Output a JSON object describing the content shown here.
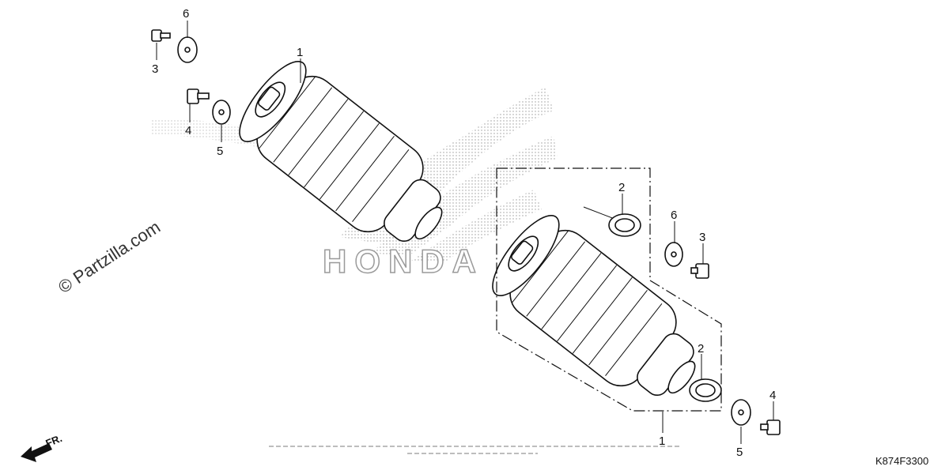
{
  "diagram": {
    "watermark": "© Partzilla.com",
    "brand_logo": "HONDA",
    "direction_label": "FR.",
    "diagram_code": "K874F3300",
    "callouts": {
      "top_left_washer": "6",
      "top_left_bolt": "3",
      "mid_left_bolt": "4",
      "mid_left_washer": "5",
      "left_shock": "1",
      "right_bushing_upper": "2",
      "right_washer_upper": "6",
      "right_bolt_upper": "3",
      "right_bushing_lower": "2",
      "right_washer_lower": "5",
      "right_bolt_lower": "4",
      "right_assembly": "1"
    }
  }
}
